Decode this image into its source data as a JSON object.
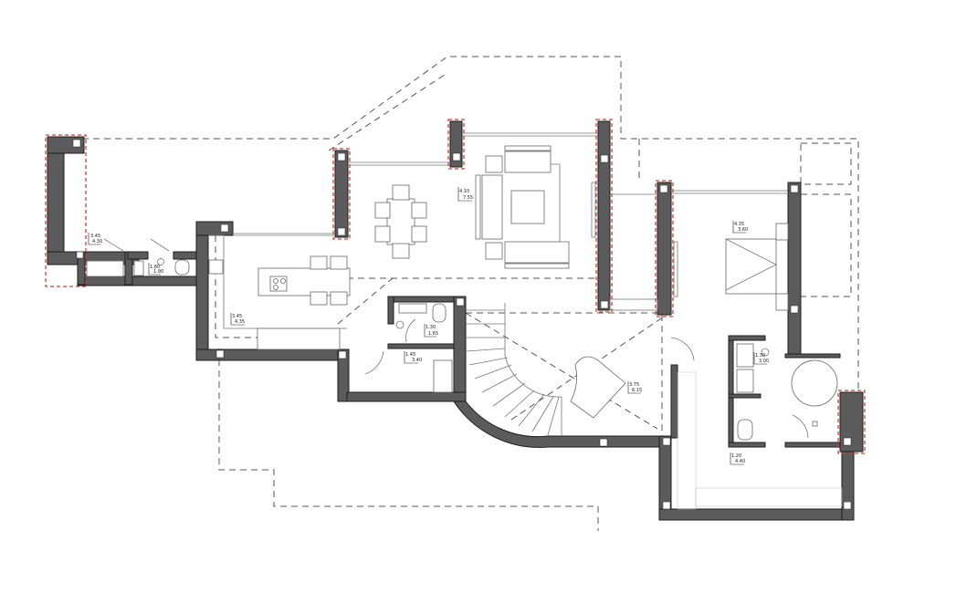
{
  "plan": {
    "wall_color": "#5b5b5b",
    "facade_marker_color": "#c9453a",
    "room_dimensions": [
      {
        "room": "terrace-left",
        "a": "3.45",
        "b": "4.30"
      },
      {
        "room": "toilet",
        "a": "1.80",
        "b": "1.90"
      },
      {
        "room": "kitchen",
        "a": "3.45",
        "b": "4.35"
      },
      {
        "room": "living-dining",
        "a": "4.10",
        "b": "7.55"
      },
      {
        "room": "bathroom",
        "a": "1.30",
        "b": "1.65"
      },
      {
        "room": "storage",
        "a": "1.45",
        "b": "3.40"
      },
      {
        "room": "stair-hall",
        "a": "3.75",
        "b": "6.15"
      },
      {
        "room": "bedroom",
        "a": "4.35",
        "b": "3.60"
      },
      {
        "room": "ensuite",
        "a": "1.30",
        "b": "3.00"
      },
      {
        "room": "dressing",
        "a": "1.20",
        "b": "4.40"
      }
    ]
  }
}
